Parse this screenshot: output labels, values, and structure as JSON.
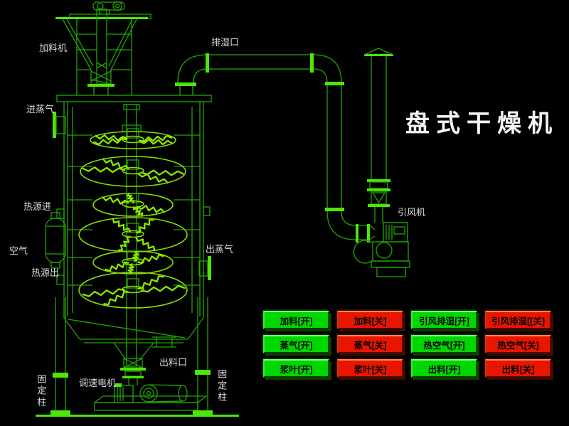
{
  "app": {
    "title": "盘式干燥机"
  },
  "diagram_labels": {
    "feeder": "加料机",
    "steam_in": "进蒸气",
    "exhaust_port": "排湿口",
    "heat_source_in": "热源进",
    "air": "空气",
    "heat_source_out": "热源出",
    "steam_out": "出蒸气",
    "induced_fan": "引风机",
    "discharge_port": "出料口",
    "speed_motor": "调速电机",
    "fixed_column_left": "固定柱",
    "fixed_column_right": "固定柱"
  },
  "controls": {
    "buttons": [
      {
        "label": "加料[开]",
        "state": "on"
      },
      {
        "label": "加料[关]",
        "state": "off"
      },
      {
        "label": "引风排湿[开]",
        "state": "on"
      },
      {
        "label": "引风排湿[[关]",
        "state": "off"
      },
      {
        "label": "蒸气[开]",
        "state": "on"
      },
      {
        "label": "蒸气[关]",
        "state": "off"
      },
      {
        "label": "热空气[开]",
        "state": "on"
      },
      {
        "label": "热空气[关]",
        "state": "off"
      },
      {
        "label": "浆叶[开]",
        "state": "on"
      },
      {
        "label": "浆叶[关]",
        "state": "off"
      },
      {
        "label": "出料[开]",
        "state": "on"
      },
      {
        "label": "出料[关]",
        "state": "off"
      }
    ]
  },
  "colors": {
    "background": "#000000",
    "line_green": "#21a602",
    "bright_green": "#4ce60a",
    "blade_green": "#8ae800",
    "button_on": "#00d600",
    "button_off": "#e81600",
    "label_text": "#dcdcdc",
    "title_text": "#f5f5f5"
  }
}
